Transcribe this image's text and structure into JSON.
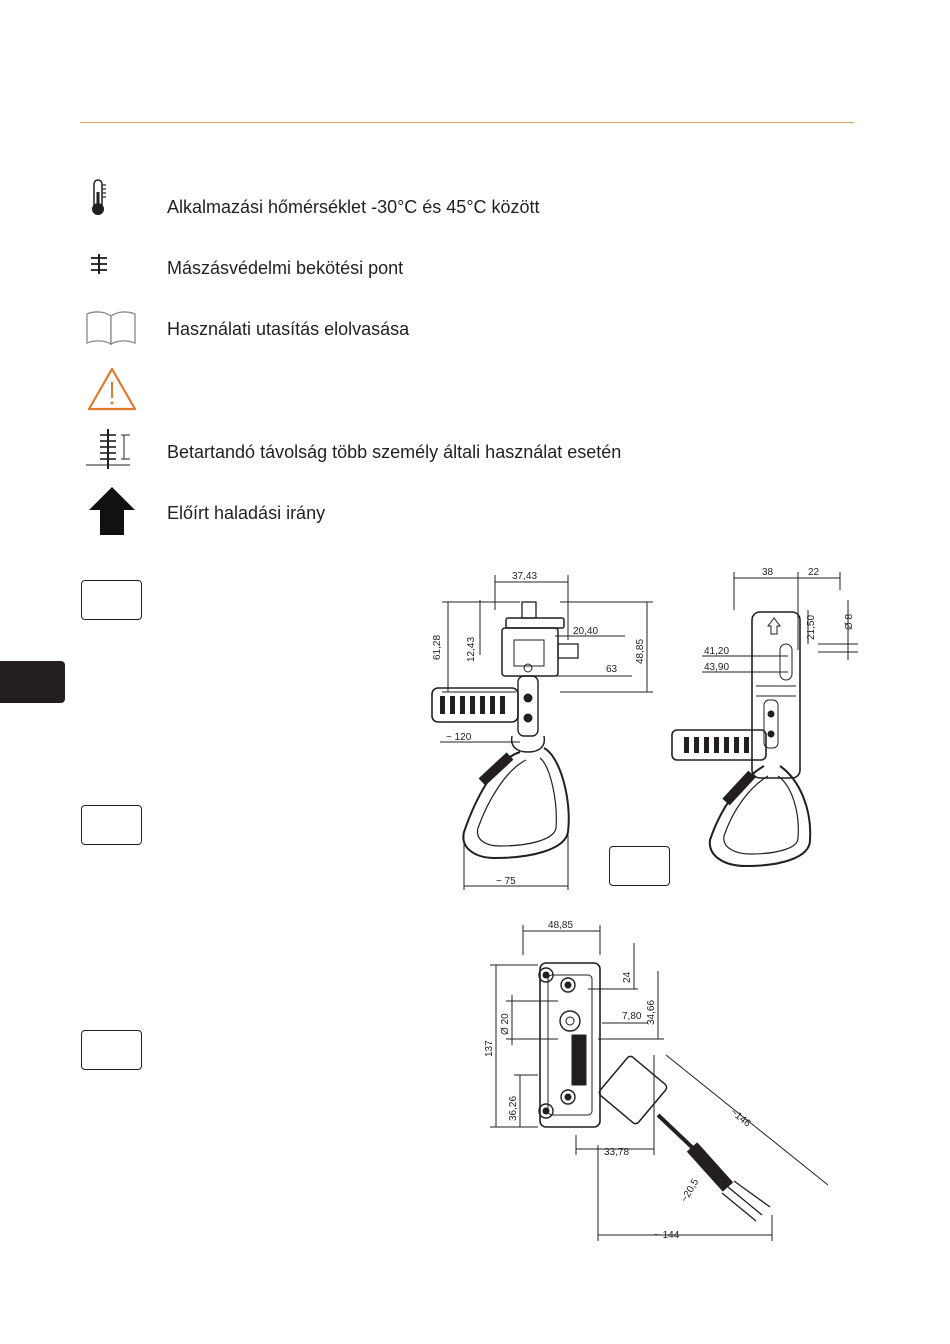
{
  "legend": {
    "items": [
      {
        "icon": "thermometer-icon",
        "text": "Alkalmazási hőmérséklet -30°C és 45°C között"
      },
      {
        "icon": "anchor-point-icon",
        "text": "Mászásvédelmi bekötési pont"
      },
      {
        "icon": "open-book-icon",
        "text": "Használati utasítás elolvasása"
      },
      {
        "icon": "warning-triangle-icon",
        "text": ""
      },
      {
        "icon": "spacing-distance-icon",
        "text": "Betartandó távolság több személy általi használat esetén"
      },
      {
        "icon": "up-arrow-icon",
        "text": "Előírt haladási irány"
      }
    ]
  },
  "colors": {
    "rule": "#e2a25a",
    "warning": "#e07a2e",
    "ink": "#231f20"
  },
  "drawing1": {
    "dims": [
      "37,43",
      "20,40",
      "61,28",
      "12,43",
      "48,85",
      "63",
      "~ 120",
      "~ 75"
    ]
  },
  "drawing2": {
    "dims": [
      "38",
      "22",
      "21,50",
      "Ø 8",
      "41,20",
      "43,90"
    ]
  },
  "drawing3": {
    "dims": [
      "48,85",
      "24",
      "34,66",
      "Ø 20",
      "7,80",
      "137",
      "36,26",
      "~146",
      "33,78",
      "~20,5",
      "~ 144"
    ]
  }
}
